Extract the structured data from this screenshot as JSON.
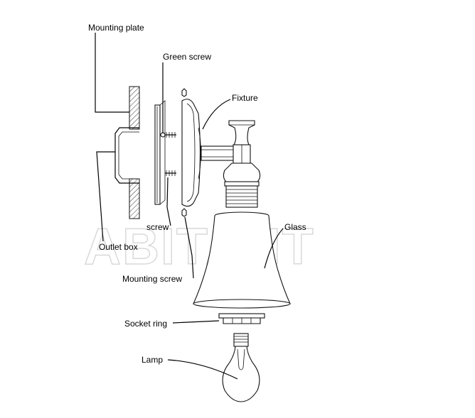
{
  "watermark": "ABITANT",
  "labels": {
    "mounting_plate": "Mounting plate",
    "green_screw": "Green screw",
    "fixture": "Fixture",
    "screw": "screw",
    "glass": "Glass",
    "outlet_box": "Outlet box",
    "mounting_screw": "Mounting screw",
    "socket_ring": "Socket ring",
    "lamp": "Lamp"
  }
}
